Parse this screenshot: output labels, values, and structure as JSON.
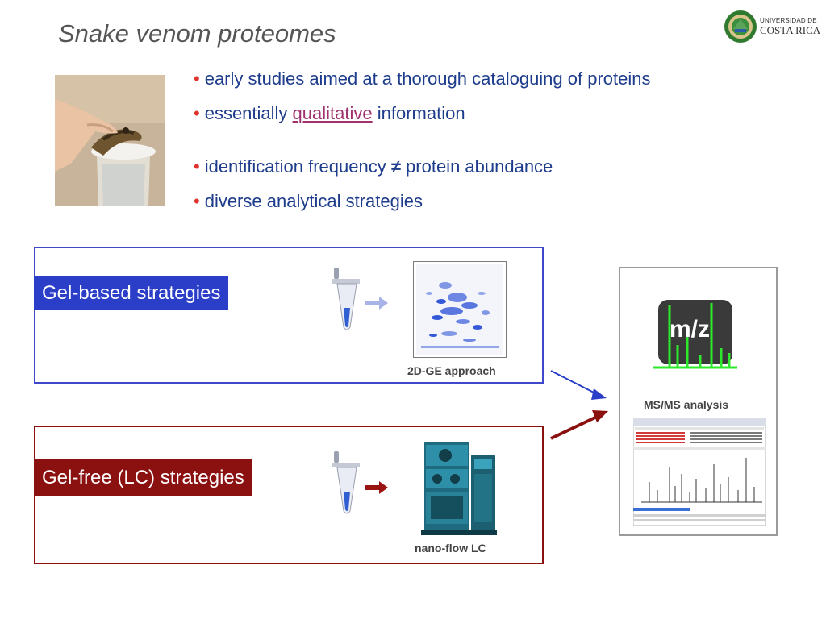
{
  "title": "Snake venom proteomes",
  "logo": {
    "line1": "UNIVERSIDAD DE",
    "line2": "COSTA RICA",
    "icon": "university-seal-icon"
  },
  "bullets": {
    "b1": "early studies aimed at a thorough cataloguing of proteins",
    "b2_pre": "essentially ",
    "b2_link": "qualitative",
    "b2_post": " information",
    "b3_pre": "identification frequency ",
    "b3_symbol": "≠",
    "b3_post": " protein abundance",
    "b4": "diverse analytical strategies",
    "dot": "•"
  },
  "gel": {
    "label": "Gel-based strategies",
    "caption": "2D-GE approach"
  },
  "lc": {
    "label": "Gel-free (LC) strategies",
    "caption": "nano-flow LC"
  },
  "ms": {
    "caption": "MS/MS analysis",
    "icon_text": "m/z"
  },
  "colors": {
    "gel_blue": "#2b3ec8",
    "lc_red": "#8b1010",
    "bullet_text": "#1e3c8c",
    "bullet_dot": "#e0312d",
    "icon_green": "#2ee82e"
  }
}
